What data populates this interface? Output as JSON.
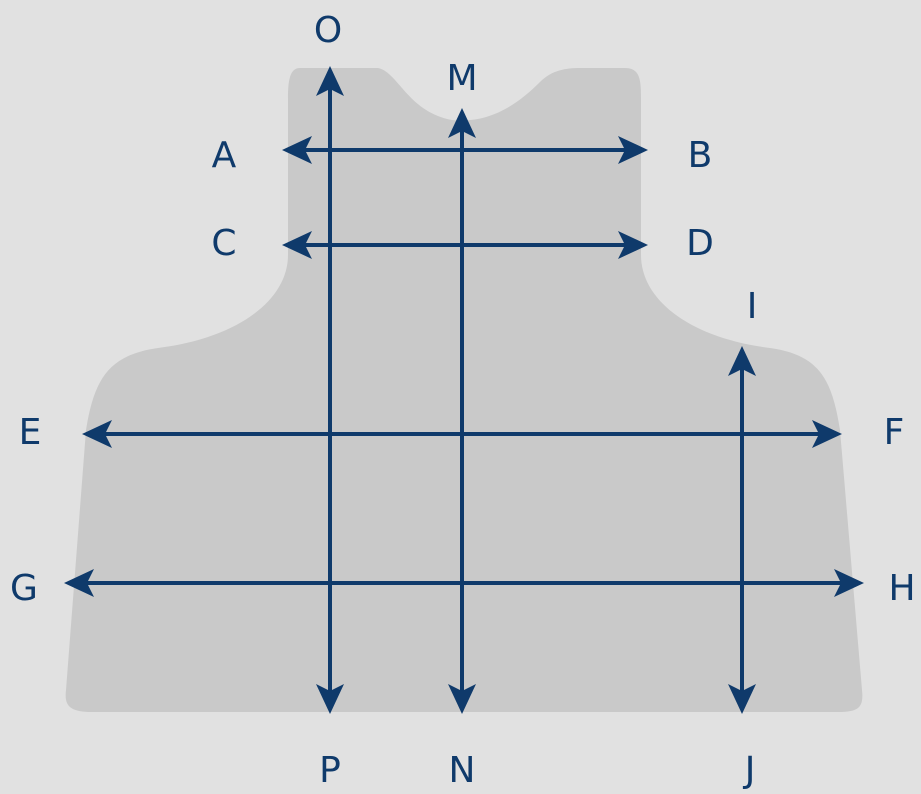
{
  "diagram": {
    "colors": {
      "background": "#e1e1e1",
      "garment": "#c9c9c9",
      "arrow": "#0f3a6b"
    },
    "labels": [
      "A",
      "B",
      "C",
      "D",
      "E",
      "F",
      "G",
      "H",
      "I",
      "J",
      "M",
      "N",
      "O",
      "P"
    ]
  }
}
